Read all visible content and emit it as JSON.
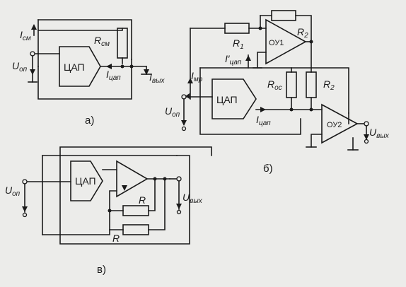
{
  "panel_a": {
    "caption": "а)",
    "dac_label": "ЦАП",
    "i_sm": "I",
    "i_sm_sub": "см",
    "r_sm": "R",
    "r_sm_sub": "см",
    "u_op": "U",
    "u_op_sub": "оп",
    "i_tsap": "I",
    "i_tsap_sub": "цап",
    "i_vyh": "I",
    "i_vyh_sub": "вых"
  },
  "panel_b": {
    "caption": "б)",
    "dac_label": "ЦАП",
    "r1": "R",
    "r1_sub": "1",
    "r2_top": "R",
    "r2_top_sub": "2",
    "oy1": "ОУ1",
    "i_tsap_prime": "I′",
    "i_tsap_prime_sub": "цап",
    "i_mr": "I",
    "i_mr_sub": "мр",
    "r_os": "R",
    "r_os_sub": "ос",
    "r2": "R",
    "r2_sub": "2",
    "u_op": "U",
    "u_op_sub": "оп",
    "i_tsap": "I",
    "i_tsap_sub": "цап",
    "oy2": "ОУ2",
    "u_vyh": "U",
    "u_vyh_sub": "вых"
  },
  "panel_v": {
    "caption": "в)",
    "dac_label": "ЦАП",
    "u_op": "U",
    "u_op_sub": "оп",
    "u_vyh": "U",
    "u_vyh_sub": "вых",
    "r_top": "R",
    "r_bottom": "R"
  }
}
